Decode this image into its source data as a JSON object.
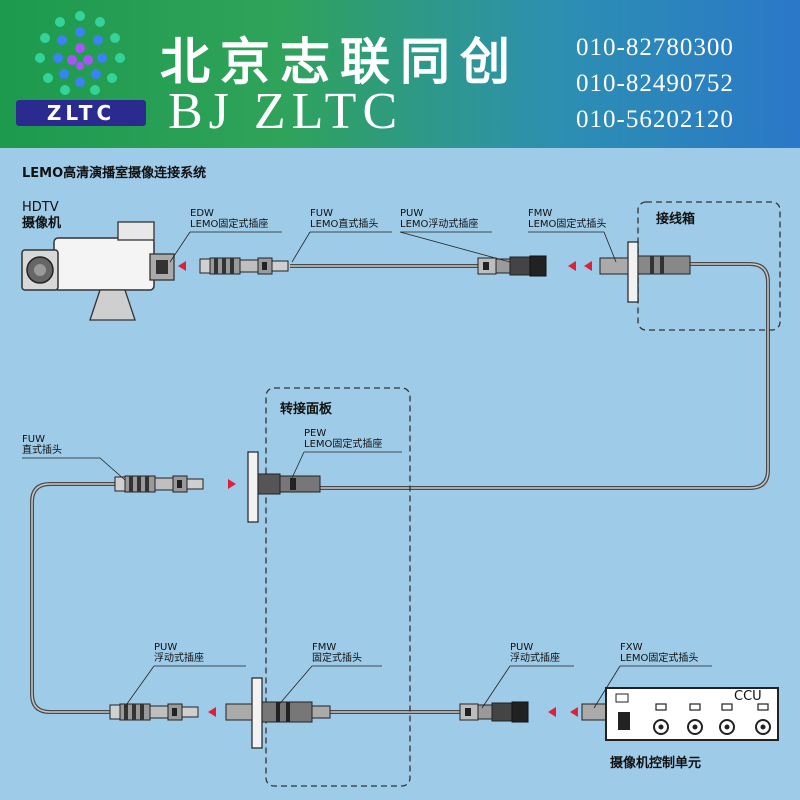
{
  "banner": {
    "company_cn": "北京志联同创",
    "company_en": "BJ ZLTC",
    "logo_text": "ZLTC",
    "phones": [
      "010-82780300",
      "010-82490752",
      "010-56202120"
    ]
  },
  "diagram": {
    "title": "LEMO高清演播室摄像连接系统",
    "camera_line1": "HDTV",
    "camera_line2": "摄像机",
    "junction_box_title": "接线箱",
    "patch_panel_title": "转接面板",
    "ccu_label": "CCU",
    "ccu_caption": "摄像机控制单元",
    "labels": {
      "edw_code": "EDW",
      "edw_desc": "LEMO固定式插座",
      "fuw1_code": "FUW",
      "fuw1_desc": "LEMO直式插头",
      "puw1_code": "PUW",
      "puw1_desc": "LEMO浮动式插座",
      "fmw1_code": "FMW",
      "fmw1_desc": "LEMO固定式插头",
      "fuw2_code": "FUW",
      "fuw2_desc": "直式插头",
      "pew_code": "PEW",
      "pew_desc": "LEMO固定式插座",
      "puw2_code": "PUW",
      "puw2_desc": "浮动式插座",
      "fmw2_code": "FMW",
      "fmw2_desc": "固定式插头",
      "puw3_code": "PUW",
      "puw3_desc": "浮动式插座",
      "fxw_code": "FXW",
      "fxw_desc": "LEMO固定式插头"
    },
    "colors": {
      "cable": "#555555",
      "arrow": "#e0203a",
      "banner_green": "#1d9a4e",
      "banner_blue": "#2a78c7"
    }
  }
}
